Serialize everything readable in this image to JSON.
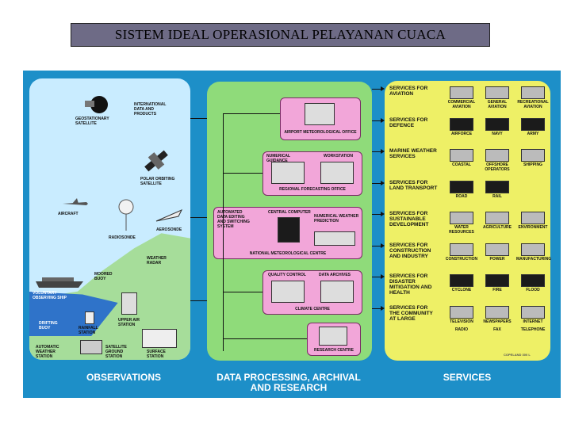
{
  "title": "SISTEM IDEAL OPERASIONAL PELAYANAN CUACA",
  "observations": {
    "heading": "OBSERVATIONS",
    "labels": {
      "geo": "GEOSTATIONARY SATELLITE",
      "intl": "INTERNATIONAL DATA AND PRODUCTS",
      "polar": "POLAR ORBITING SATELLITE",
      "aircraft": "AIRCRAFT",
      "aerosonde": "AEROSONDE",
      "radiosonde": "RADIOSONDE",
      "radar": "WEATHER RADAR",
      "buoy": "MOORED BUOY",
      "ship": "VOLUNTARY OBSERVING SHIP",
      "drift": "DRIFTING BUOY",
      "rain": "RAINFALL STATION",
      "upper": "UPPER AIR STATION",
      "aws": "AUTOMATIC WEATHER STATION",
      "sat_ground": "SATELLITE GROUND STATION",
      "surface": "SURFACE STATION"
    }
  },
  "processing": {
    "heading": "DATA PROCESSING, ARCHIVAL AND RESEARCH",
    "labels": {
      "airport": "AIRPORT METEOROLOGICAL OFFICE",
      "num_guidance": "NUMERICAL GUIDANCE",
      "workstation": "WORKSTATION",
      "regional": "REGIONAL FORECASTING OFFICE",
      "automated": "AUTOMATED DATA EDITING AND SWITCHING SYSTEM",
      "central_computer": "CENTRAL COMPUTER",
      "nwp": "NUMERICAL WEATHER PREDICTION",
      "nmc": "NATIONAL METEOROLOGICAL CENTRE",
      "qc": "QUALITY CONTROL",
      "archives": "DATA ARCHIVES",
      "climate": "CLIMATE CENTRE",
      "research": "RESEARCH CENTRE"
    }
  },
  "services": {
    "heading": "SERVICES",
    "credit": "COPELAND 300 L",
    "rows": [
      {
        "head": "SERVICES FOR AVIATION",
        "items": [
          "COMMERCIAL AVIATION",
          "GENERAL AVIATION",
          "RECREATIONAL AVIATION"
        ]
      },
      {
        "head": "SERVICES FOR DEFENCE",
        "items": [
          "AIRFORCE",
          "NAVY",
          "ARMY"
        ]
      },
      {
        "head": "MARINE WEATHER SERVICES",
        "items": [
          "COASTAL",
          "OFFSHORE OPERATORS",
          "SHIPPING"
        ]
      },
      {
        "head": "SERVICES FOR LAND TRANSPORT",
        "items": [
          "ROAD",
          "RAIL",
          ""
        ]
      },
      {
        "head": "SERVICES FOR SUSTAINABLE DEVELOPMENT",
        "items": [
          "WATER RESOURCES",
          "AGRICULTURE",
          "ENVIRONMENT"
        ]
      },
      {
        "head": "SERVICES FOR CONSTRUCTION AND INDUSTRY",
        "items": [
          "CONSTRUCTION",
          "POWER",
          "MANUFACTURING"
        ]
      },
      {
        "head": "SERVICES FOR DISASTER MITIGATION AND HEALTH",
        "items": [
          "CYCLONE",
          "FIRE",
          "FLOOD"
        ]
      },
      {
        "head": "SERVICES FOR THE COMMUNITY AT LARGE",
        "items": [
          "TELEVISION",
          "NEWSPAPERS",
          "INTERNET"
        ]
      }
    ],
    "community_extra": [
      "RADIO",
      "FAX",
      "TELEPHONE"
    ]
  },
  "colors": {
    "poster_bg": "#1d8fc8",
    "observations_panel": "#c9ecff",
    "processing_panel": "#8fdb7a",
    "services_panel": "#eef066",
    "box_pink": "#f2a6d9",
    "title_bg": "#6e6b86"
  }
}
